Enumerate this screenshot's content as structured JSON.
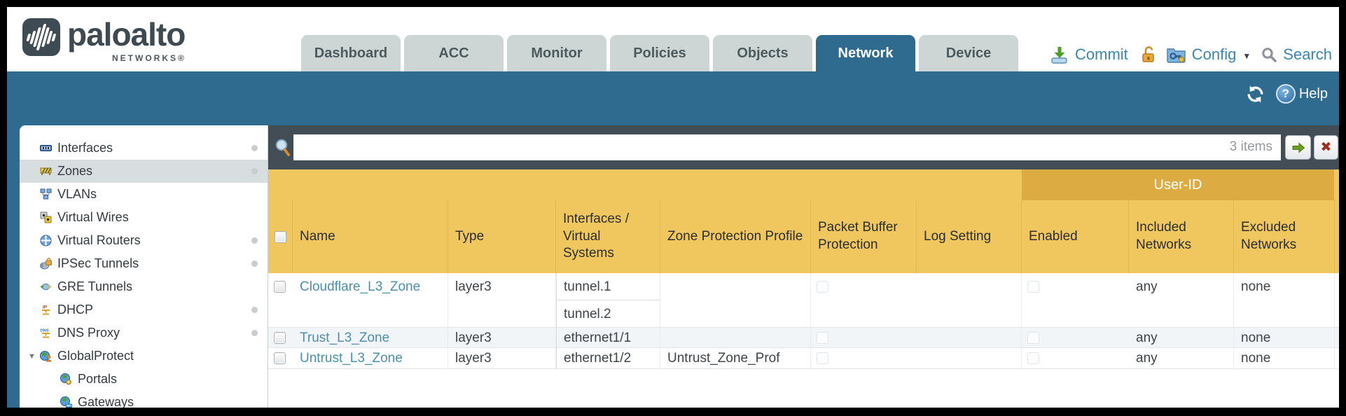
{
  "header": {
    "brand": "paloalto",
    "brand_sub": "NETWORKS®",
    "tabs": [
      {
        "label": "Dashboard",
        "active": false
      },
      {
        "label": "ACC",
        "active": false
      },
      {
        "label": "Monitor",
        "active": false
      },
      {
        "label": "Policies",
        "active": false
      },
      {
        "label": "Objects",
        "active": false
      },
      {
        "label": "Network",
        "active": true
      },
      {
        "label": "Device",
        "active": false
      }
    ],
    "actions": {
      "commit": "Commit",
      "config": "Config",
      "search": "Search"
    }
  },
  "toolbar": {
    "help": "Help"
  },
  "sidebar": {
    "items": [
      {
        "label": "Interfaces",
        "icon": "interfaces-icon",
        "dot": true,
        "selected": false
      },
      {
        "label": "Zones",
        "icon": "zones-icon",
        "dot": true,
        "selected": true
      },
      {
        "label": "VLANs",
        "icon": "vlans-icon",
        "dot": false,
        "selected": false
      },
      {
        "label": "Virtual Wires",
        "icon": "virtual-wires-icon",
        "dot": false,
        "selected": false
      },
      {
        "label": "Virtual Routers",
        "icon": "virtual-routers-icon",
        "dot": true,
        "selected": false
      },
      {
        "label": "IPSec Tunnels",
        "icon": "ipsec-tunnels-icon",
        "dot": true,
        "selected": false
      },
      {
        "label": "GRE Tunnels",
        "icon": "gre-tunnels-icon",
        "dot": false,
        "selected": false
      },
      {
        "label": "DHCP",
        "icon": "dhcp-icon",
        "dot": true,
        "selected": false
      },
      {
        "label": "DNS Proxy",
        "icon": "dns-proxy-icon",
        "dot": true,
        "selected": false
      },
      {
        "label": "GlobalProtect",
        "icon": "globalprotect-icon",
        "dot": false,
        "selected": false,
        "expanded": true
      },
      {
        "label": "Portals",
        "icon": "portals-icon",
        "dot": false,
        "selected": false,
        "child": true
      },
      {
        "label": "Gateways",
        "icon": "gateways-icon",
        "dot": false,
        "selected": false,
        "child": true
      }
    ]
  },
  "filter": {
    "value": "",
    "count": "3 items"
  },
  "table": {
    "group_header": "User-ID",
    "columns": [
      "Name",
      "Type",
      "Interfaces / Virtual Systems",
      "Zone Protection Profile",
      "Packet Buffer Protection",
      "Log Setting",
      "Enabled",
      "Included Networks",
      "Excluded Networks"
    ],
    "rows": [
      {
        "name": "Cloudflare_L3_Zone",
        "type": "layer3",
        "interfaces": [
          "tunnel.1",
          "tunnel.2"
        ],
        "zone_protection_profile": "",
        "log_setting": "",
        "included_networks": "any",
        "excluded_networks": "none"
      },
      {
        "name": "Trust_L3_Zone",
        "type": "layer3",
        "interfaces": [
          "ethernet1/1"
        ],
        "zone_protection_profile": "",
        "log_setting": "",
        "included_networks": "any",
        "excluded_networks": "none"
      },
      {
        "name": "Untrust_L3_Zone",
        "type": "layer3",
        "interfaces": [
          "ethernet1/2"
        ],
        "zone_protection_profile": "Untrust_Zone_Prof",
        "log_setting": "",
        "included_networks": "any",
        "excluded_networks": "none"
      }
    ]
  },
  "colors": {
    "teal_band": "#2f6b8e",
    "dark_strip": "#424d55",
    "table_header": "#f0c75e",
    "user_id_strip": "#dcab41",
    "link": "#4a8fad",
    "tab_inactive": "#cdd6d4",
    "alt_row": "#f2f5f8"
  }
}
